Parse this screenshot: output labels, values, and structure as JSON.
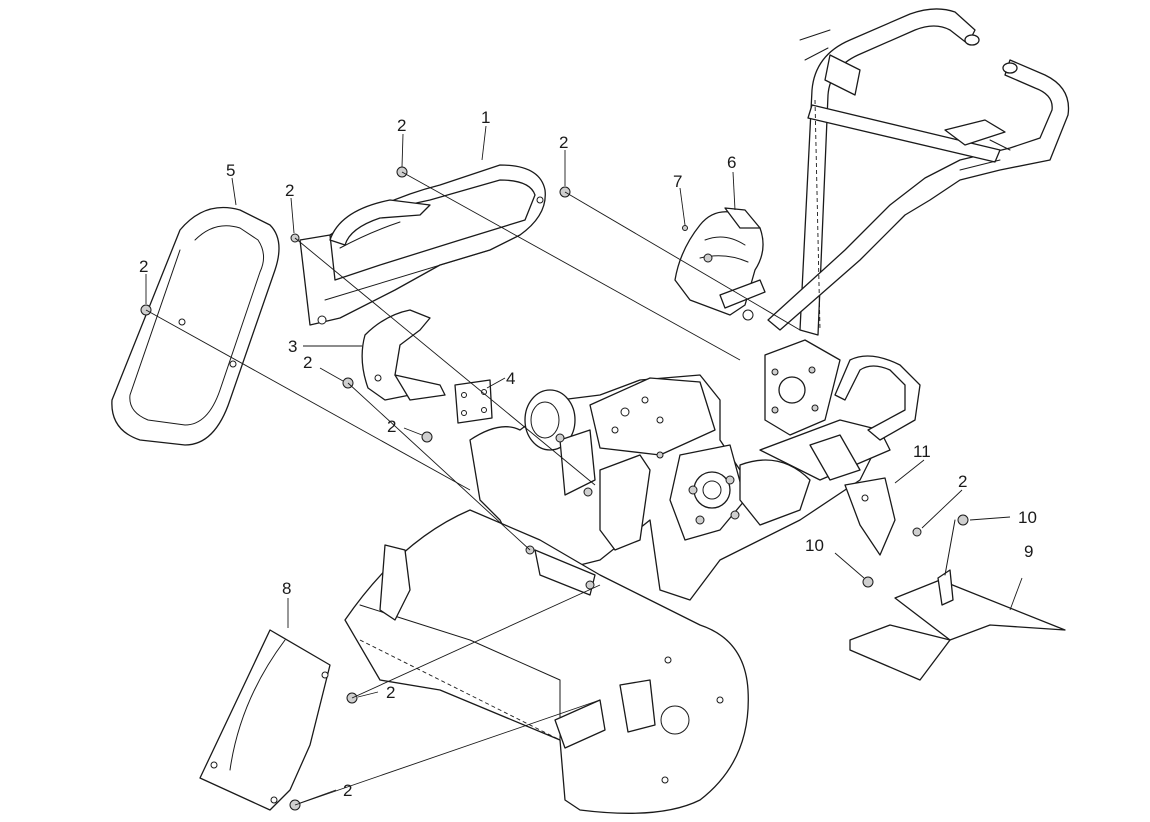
{
  "callouts": [
    {
      "id": "c1",
      "label": "1"
    },
    {
      "id": "c2a",
      "label": "2"
    },
    {
      "id": "c2b",
      "label": "2"
    },
    {
      "id": "c2c",
      "label": "2"
    },
    {
      "id": "c2d",
      "label": "2"
    },
    {
      "id": "c2e",
      "label": "2"
    },
    {
      "id": "c2f",
      "label": "2"
    },
    {
      "id": "c2g",
      "label": "2"
    },
    {
      "id": "c2h",
      "label": "2"
    },
    {
      "id": "c2i",
      "label": "2"
    },
    {
      "id": "c3",
      "label": "3"
    },
    {
      "id": "c4",
      "label": "4"
    },
    {
      "id": "c5",
      "label": "5"
    },
    {
      "id": "c6",
      "label": "6"
    },
    {
      "id": "c7",
      "label": "7"
    },
    {
      "id": "c8",
      "label": "8"
    },
    {
      "id": "c9",
      "label": "9"
    },
    {
      "id": "c10a",
      "label": "10"
    },
    {
      "id": "c10b",
      "label": "10"
    },
    {
      "id": "c11",
      "label": "11"
    }
  ]
}
